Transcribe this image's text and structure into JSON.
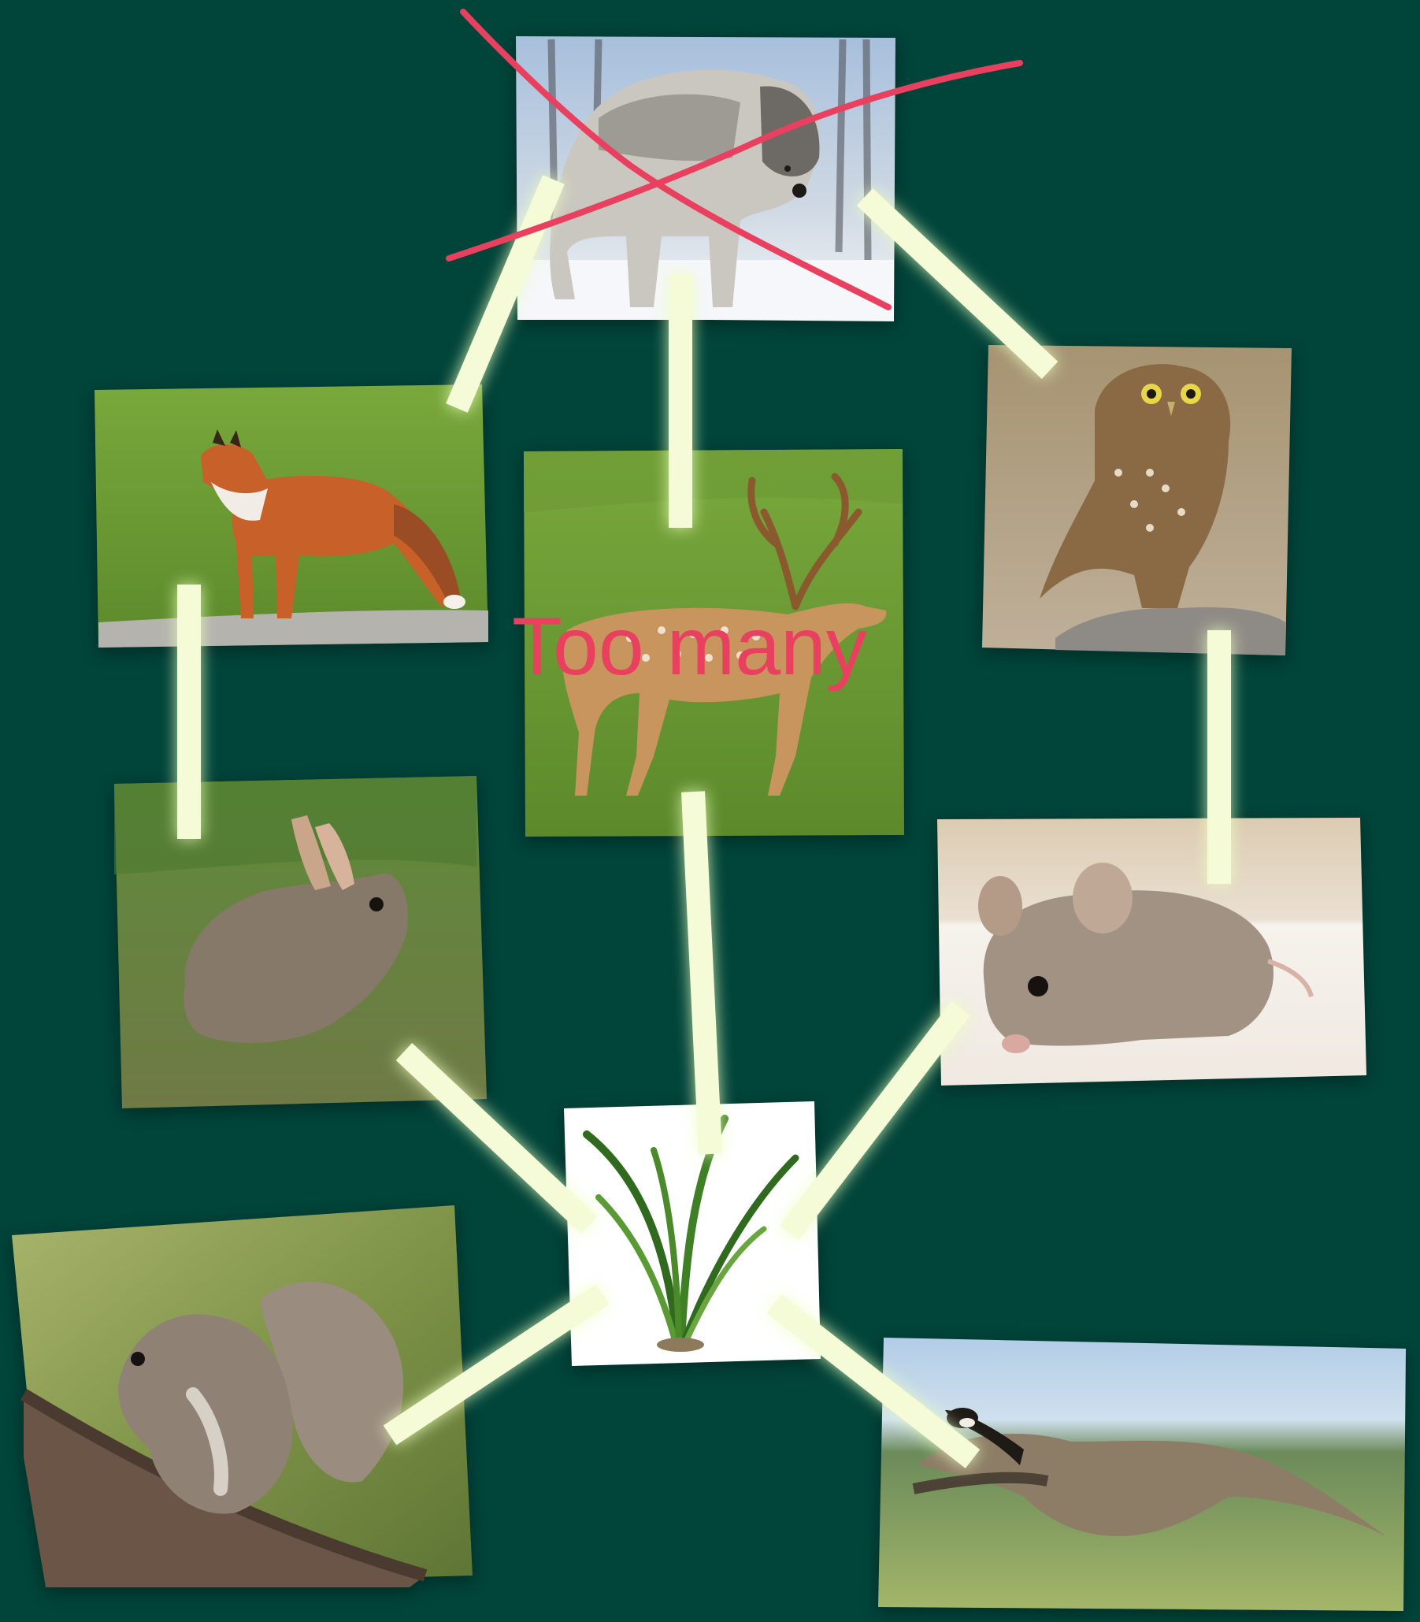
{
  "title": "",
  "nodes": [
    {
      "id": "wolf",
      "icon": "wolf-photo"
    },
    {
      "id": "fox",
      "icon": "fox-photo"
    },
    {
      "id": "deer",
      "icon": "deer-photo"
    },
    {
      "id": "owl",
      "icon": "owl-photo"
    },
    {
      "id": "rabbit",
      "icon": "rabbit-photo"
    },
    {
      "id": "mouse",
      "icon": "mouse-photo"
    },
    {
      "id": "grass",
      "icon": "grass-clipart"
    },
    {
      "id": "squirrel",
      "icon": "squirrel-photo"
    },
    {
      "id": "goose",
      "icon": "goose-photo"
    }
  ],
  "edges": [
    {
      "from": "wolf",
      "to": "fox"
    },
    {
      "from": "wolf",
      "to": "deer"
    },
    {
      "from": "wolf",
      "to": "owl"
    },
    {
      "from": "fox",
      "to": "rabbit"
    },
    {
      "from": "owl",
      "to": "mouse"
    },
    {
      "from": "deer",
      "to": "grass"
    },
    {
      "from": "rabbit",
      "to": "grass"
    },
    {
      "from": "mouse",
      "to": "grass"
    },
    {
      "from": "squirrel",
      "to": "grass"
    },
    {
      "from": "goose",
      "to": "grass"
    }
  ],
  "annotations": {
    "wolf_cross": {
      "target": "wolf",
      "color": "#e8405e"
    },
    "deer_note": {
      "text": "Too many",
      "target": "deer",
      "color": "#e8405e"
    }
  },
  "colors": {
    "background": "#00443a",
    "connector": "#f4fbd6",
    "connector_glow": "#ebffbe",
    "annotation": "#e8405e"
  }
}
